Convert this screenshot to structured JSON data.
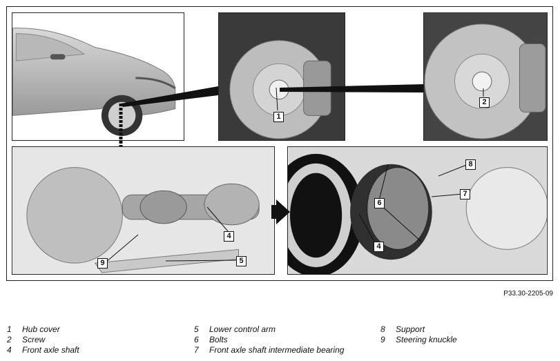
{
  "figure_id": "P33.30-2205-09",
  "callouts": {
    "hub_cover": "1",
    "screw": "2",
    "front_axle_shaft": "4",
    "lower_control_arm": "5",
    "bolts": "6",
    "intermediate_bearing": "7",
    "support": "8",
    "steering_knuckle": "9"
  },
  "legend": [
    {
      "num": "1",
      "label": "Hub cover"
    },
    {
      "num": "2",
      "label": "Screw"
    },
    {
      "num": "4",
      "label": "Front axle shaft"
    },
    {
      "num": "5",
      "label": "Lower control arm"
    },
    {
      "num": "6",
      "label": "Bolts"
    },
    {
      "num": "7",
      "label": "Front axle shaft intermediate bearing"
    },
    {
      "num": "8",
      "label": "Support"
    },
    {
      "num": "9",
      "label": "Steering knuckle"
    }
  ]
}
